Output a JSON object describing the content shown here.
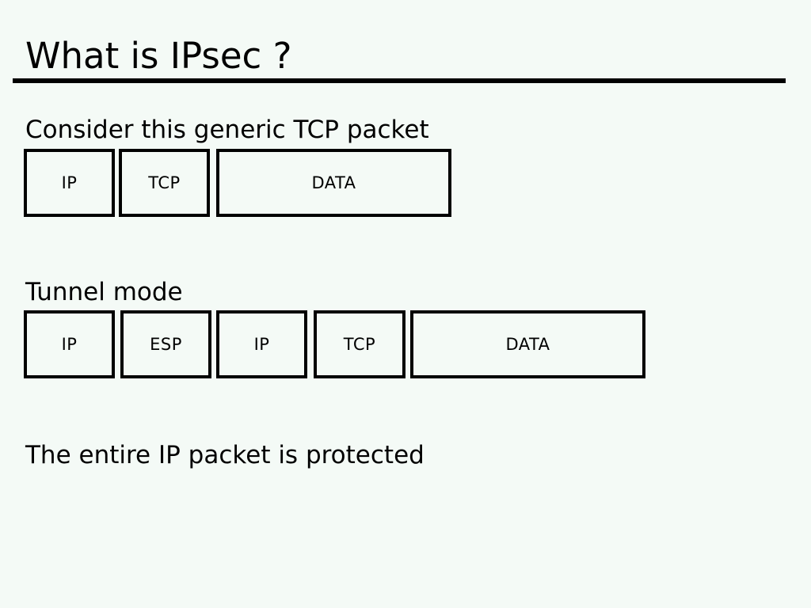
{
  "slide": {
    "title": "What is IPsec ?",
    "sections": [
      {
        "caption": "Consider this generic TCP packet",
        "boxes": [
          "IP",
          "TCP",
          "DATA"
        ]
      },
      {
        "caption": "Tunnel mode",
        "boxes": [
          "IP",
          "ESP",
          "IP",
          "TCP",
          "DATA"
        ]
      }
    ],
    "footer": "The entire IP packet is protected"
  },
  "colors": {
    "background": "#f4faf6",
    "text": "#000000",
    "divider": "#000000",
    "box_border": "#000000"
  }
}
